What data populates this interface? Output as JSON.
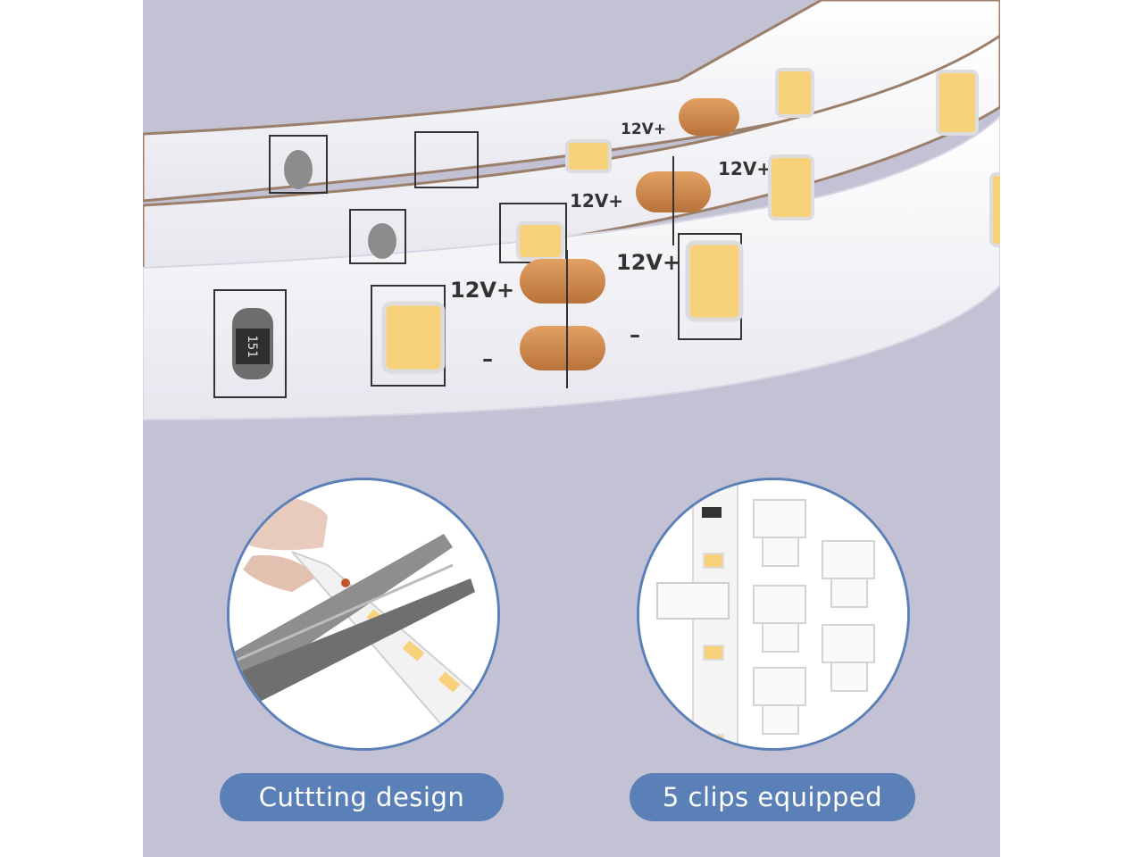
{
  "hero": {
    "positive_marking": "12V+",
    "negative_marking": "–",
    "resistor_marking": "151"
  },
  "features": [
    {
      "caption": "Cuttting design",
      "icon": "scissors-cutting-strip"
    },
    {
      "caption": "5 clips equipped",
      "icon": "strip-clips"
    }
  ],
  "colors": {
    "background": "#c3c2d5",
    "accent": "#5b80b8",
    "led_yellow": "#f7d27a",
    "copper_pad": "#d08a4e"
  }
}
